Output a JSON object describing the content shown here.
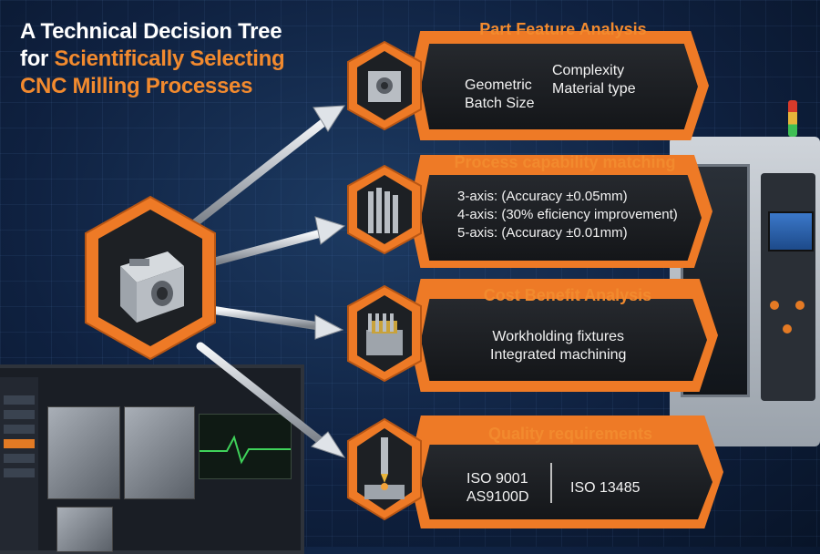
{
  "title": {
    "line1": "A Technical Decision Tree",
    "line2_prefix": "for ",
    "line2_highlight": "Scientifically Selecting",
    "line3": "CNC Milling Processes"
  },
  "colors": {
    "accent": "#ee7a26",
    "card_dark": "#1d2024",
    "background": "#0f2140"
  },
  "cards": [
    {
      "title": "Part Feature Analysis",
      "left_lines": [
        "Geometric",
        "Batch Size"
      ],
      "right_lines": [
        "Complexity",
        "Material type"
      ],
      "icon": "machined-part-icon"
    },
    {
      "title": "Process capability matching",
      "lines": [
        "3-axis: (Accuracy ±0.05mm)",
        "4-axis: (30% eficiency improvement)",
        "5-axis: (Accuracy ±0.01mm)"
      ],
      "icon": "end-mill-icon"
    },
    {
      "title": "Cost Benefit Analysis",
      "lines": [
        "Workholding fixtures",
        "Integrated machining"
      ],
      "icon": "fixture-icon"
    },
    {
      "title": "Quality requirements",
      "left_lines": [
        "ISO 9001",
        "AS9100D"
      ],
      "right_lines": [
        "ISO 13485"
      ],
      "icon": "spindle-cutting-icon"
    }
  ]
}
